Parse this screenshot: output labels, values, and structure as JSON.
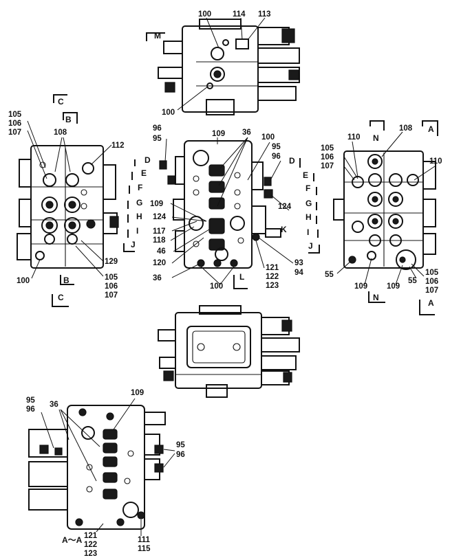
{
  "views": {
    "top": {
      "labels": [
        "100",
        "114",
        "113",
        "100"
      ],
      "sections": [
        "M"
      ]
    },
    "left": {
      "labels": [
        "105",
        "106",
        "107",
        "108",
        "112",
        "129",
        "100",
        "105",
        "106",
        "107"
      ],
      "sections": [
        "C",
        "B",
        "B",
        "C"
      ]
    },
    "center": {
      "labels": [
        "96",
        "95",
        "109",
        "36",
        "100",
        "95",
        "96",
        "124",
        "109",
        "124",
        "117",
        "118",
        "46",
        "120",
        "36",
        "100",
        "121",
        "122",
        "123",
        "93",
        "94"
      ],
      "sections": [
        "D",
        "E",
        "F",
        "G",
        "H",
        "I",
        "J",
        "D",
        "E",
        "F",
        "G",
        "H",
        "K",
        "I",
        "J",
        "L"
      ]
    },
    "right": {
      "labels": [
        "108",
        "105",
        "106",
        "107",
        "110",
        "110",
        "55",
        "109",
        "109",
        "55",
        "105",
        "106",
        "107"
      ],
      "sections": [
        "N",
        "A",
        "N",
        "A"
      ]
    },
    "section_aa": {
      "labels": [
        "95",
        "96",
        "36",
        "109",
        "95",
        "96",
        "121",
        "122",
        "123",
        "111",
        "115"
      ],
      "title": "A～A"
    }
  }
}
